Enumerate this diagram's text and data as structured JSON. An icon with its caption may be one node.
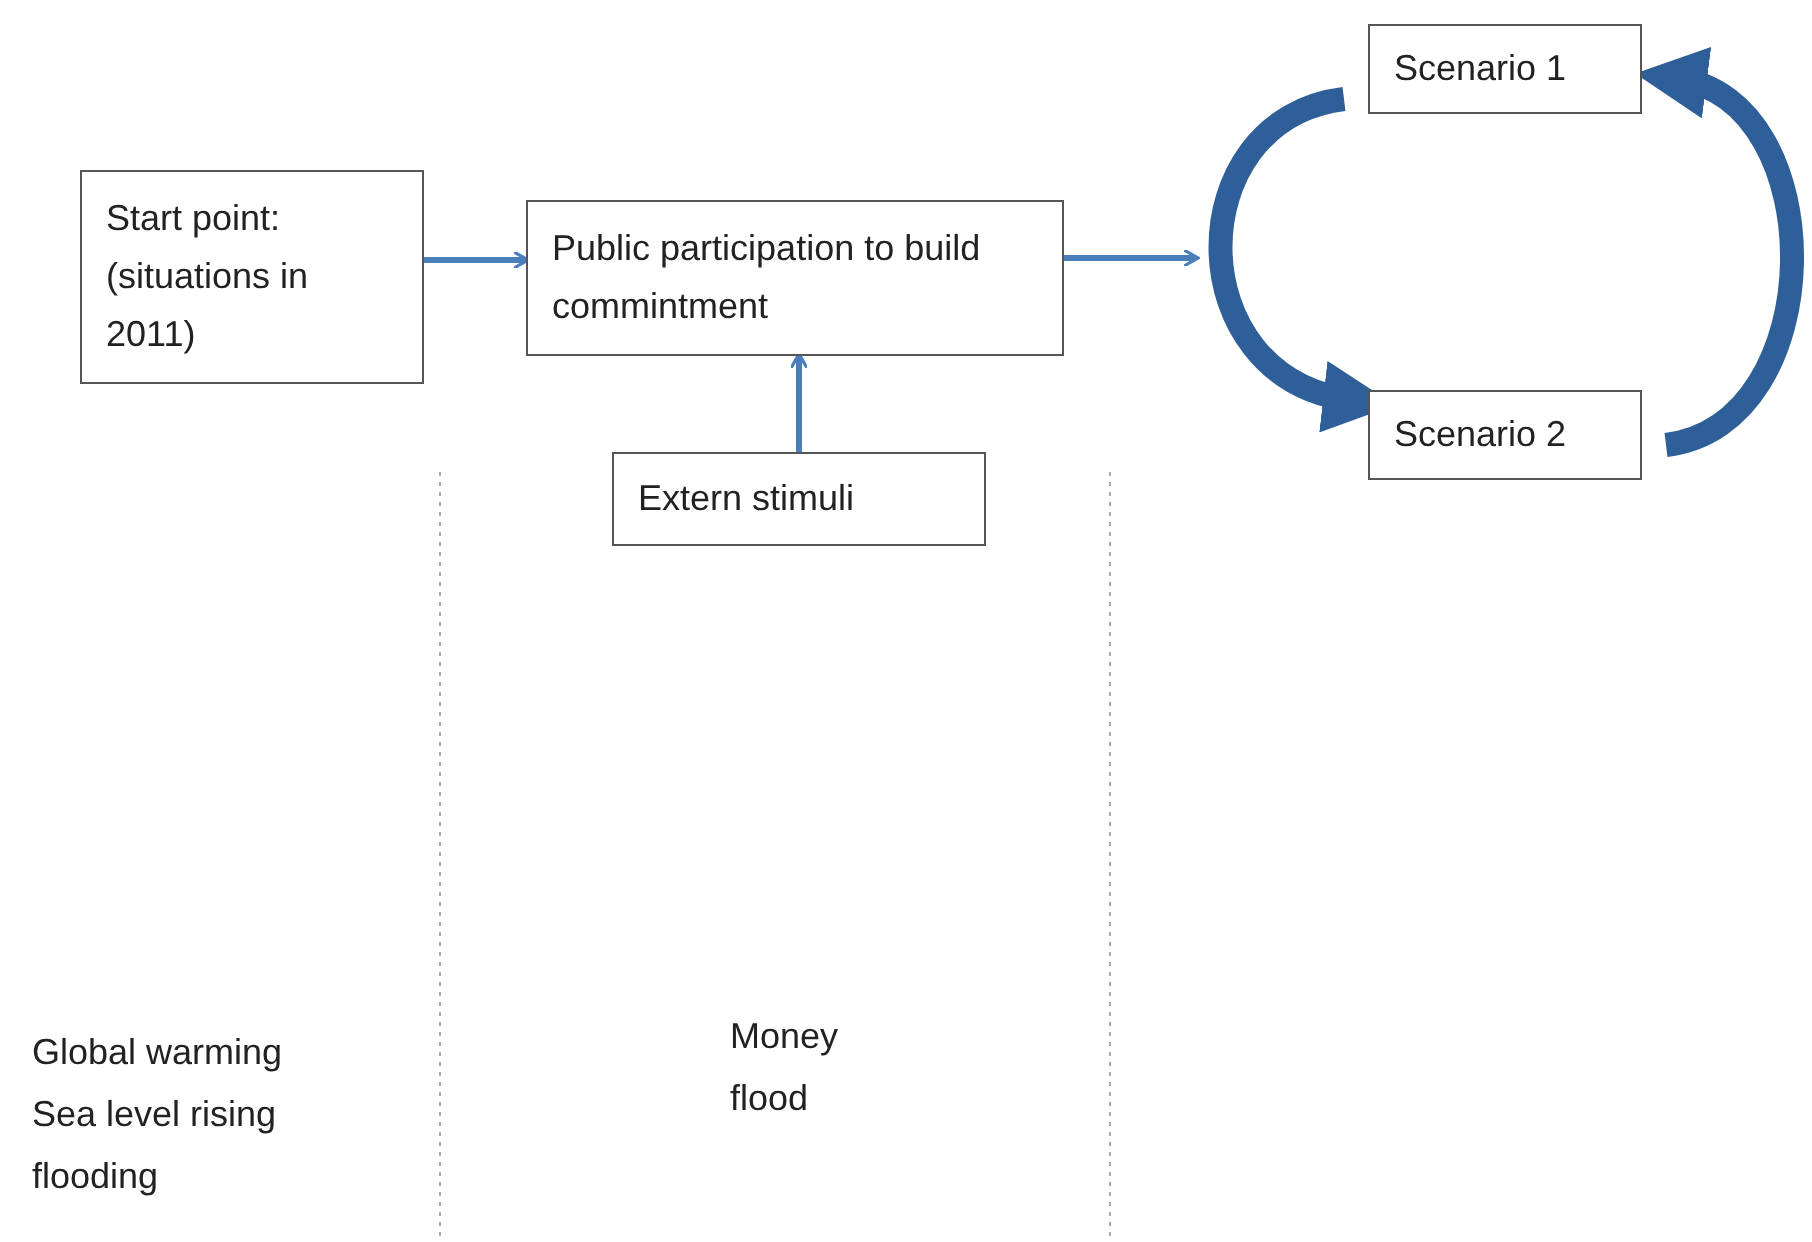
{
  "diagram": {
    "nodes": [
      {
        "text": [
          "Start point: (situations in 2011)"
        ]
      },
      {
        "text": [
          "Public participation  to build commintment"
        ]
      },
      {
        "text": [
          "Extern stimuli"
        ]
      },
      {
        "text": [
          "Scenario 1"
        ]
      },
      {
        "text": [
          "Scenario 2"
        ]
      }
    ],
    "edges": [
      {
        "from": 0,
        "to": 1,
        "arrow": "to"
      },
      {
        "from": 2,
        "to": 1,
        "arrow": "to"
      },
      {
        "from": 1,
        "to": null,
        "arrow": "to"
      },
      {
        "from": 3,
        "to": 4,
        "arrow": "to",
        "style": "thick"
      },
      {
        "from": 4,
        "to": 3,
        "arrow": "to",
        "style": "thick"
      }
    ],
    "labels": [
      "Global warming",
      "Sea level rising",
      "flooding",
      "Money",
      "flood"
    ]
  }
}
